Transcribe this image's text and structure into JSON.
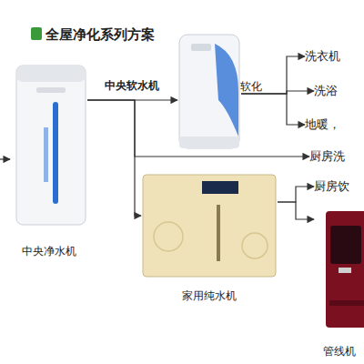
{
  "diagram": {
    "title": "全屋净化系列方案",
    "nodes": [
      {
        "text": [
          "中央净水机"
        ]
      },
      {
        "text": [
          "中央软水机"
        ]
      },
      {
        "text": [
          "洗衣机"
        ]
      },
      {
        "text": [
          "洗浴"
        ]
      },
      {
        "text": [
          "地暖，"
        ]
      },
      {
        "text": [
          "厨房洗"
        ]
      },
      {
        "text": [
          "家用纯水机"
        ]
      },
      {
        "text": [
          "厨房饮"
        ]
      },
      {
        "text": [
          "管线机"
        ]
      }
    ],
    "edges": [
      {
        "from": 0,
        "to": 1,
        "arrow": "to"
      },
      {
        "from": 1,
        "to": 2,
        "arrow": "to"
      },
      {
        "from": 1,
        "to": 3,
        "arrow": "to"
      },
      {
        "from": 1,
        "to": 4,
        "arrow": "to"
      },
      {
        "from": 0,
        "to": 5,
        "arrow": "to"
      },
      {
        "from": 0,
        "to": 6,
        "arrow": "to"
      },
      {
        "from": 6,
        "to": 7,
        "arrow": "to"
      },
      {
        "from": 6,
        "to": 8,
        "arrow": "to"
      }
    ],
    "labels": [
      "软化"
    ]
  }
}
